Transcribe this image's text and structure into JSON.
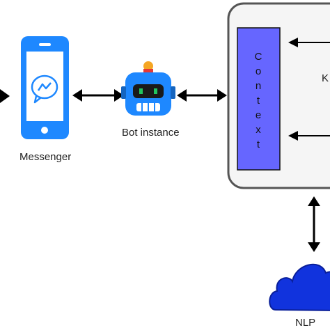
{
  "messenger": {
    "label": "Messenger",
    "icon": "phone-messenger-icon",
    "color": "#1e88ff"
  },
  "bot": {
    "label": "Bot instance",
    "icon": "robot-icon",
    "color": "#1e88ff",
    "antenna_color": "#f5a623"
  },
  "context": {
    "label": "Context",
    "fill": "#6666ff",
    "stroke": "#111111"
  },
  "partial_label": {
    "text": "K"
  },
  "nlp": {
    "label": "NLP",
    "icon": "cloud-icon",
    "color": "#1133dd"
  },
  "container": {
    "fill": "#f5f5f5",
    "stroke": "#555555"
  }
}
